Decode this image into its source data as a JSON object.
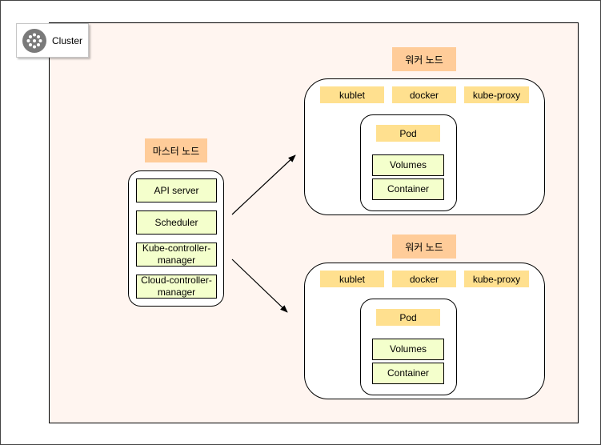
{
  "cluster": {
    "label": "Cluster",
    "icon": "cluster-icon"
  },
  "master": {
    "title": "마스터 노드",
    "components": [
      "API server",
      "Scheduler",
      "Kube-controller-manager",
      "Cloud-controller-manager"
    ]
  },
  "workers": [
    {
      "title": "워커 노드",
      "agents": [
        "kublet",
        "docker",
        "kube-proxy"
      ],
      "pod": {
        "label": "Pod",
        "items": [
          "Volumes",
          "Container"
        ]
      }
    },
    {
      "title": "워커 노드",
      "agents": [
        "kublet",
        "docker",
        "kube-proxy"
      ],
      "pod": {
        "label": "Pod",
        "items": [
          "Volumes",
          "Container"
        ]
      }
    }
  ],
  "colors": {
    "cluster_bg": "#fff5f0",
    "title_badge": "#ffcc99",
    "component_fill": "#f4ffcc",
    "agent_tag": "#ffe08f"
  }
}
